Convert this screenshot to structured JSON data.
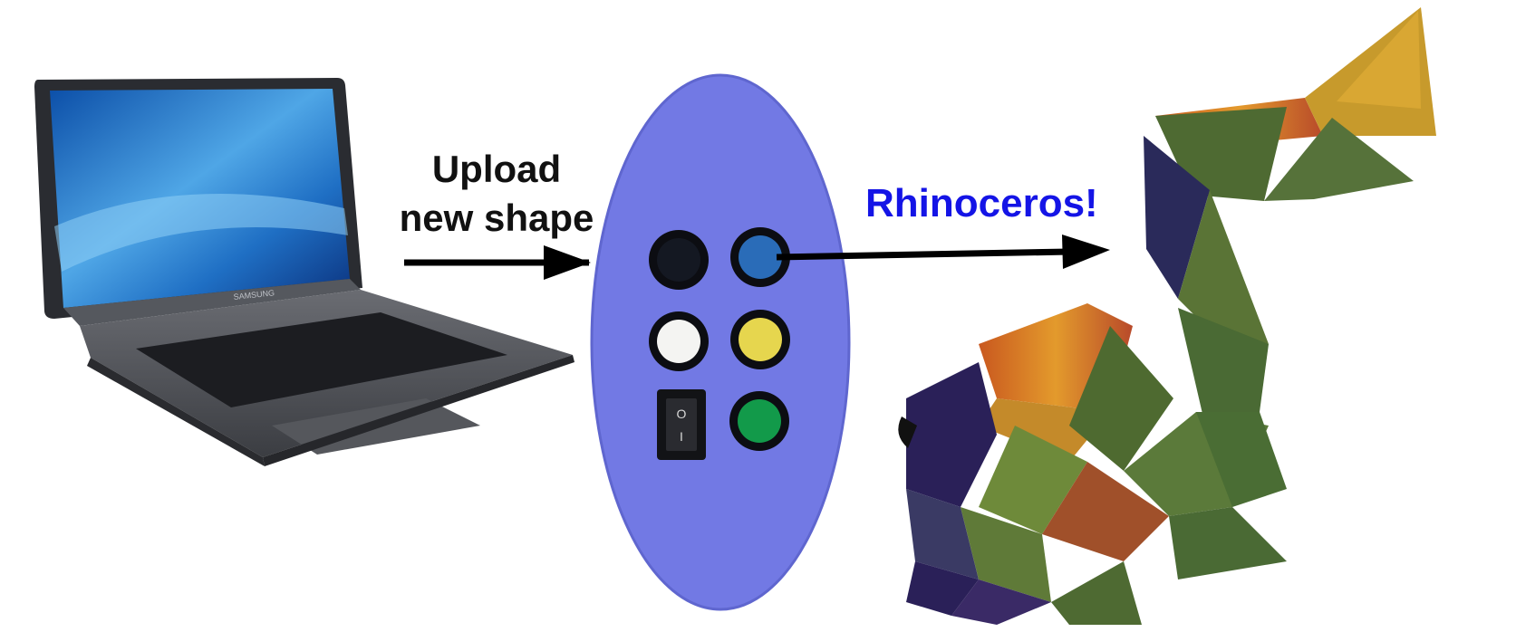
{
  "laptop": {
    "brand": "SAMSUNG"
  },
  "arrow_label": {
    "line1": "Upload",
    "line2": "new shape"
  },
  "controller": {
    "buttons": [
      {
        "color": "#141822"
      },
      {
        "color": "#2a6cb8"
      },
      {
        "color": "#f4f4f2"
      },
      {
        "color": "#e6d64e"
      },
      {
        "color": "#129a4a"
      }
    ],
    "switch": {
      "on_glyph": "O",
      "off_glyph": "I"
    }
  },
  "result_label": "Rhinoceros!",
  "colors": {
    "controller": "#7279e4",
    "label_blue": "#1414e6"
  }
}
